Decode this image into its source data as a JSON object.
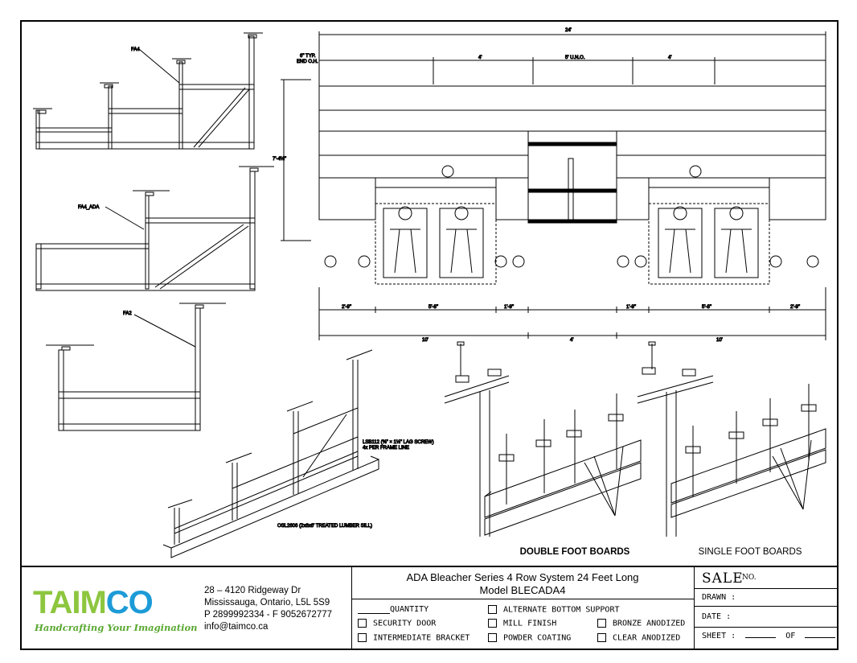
{
  "drawing": {
    "callouts": {
      "fa4": "FA4",
      "fa4_ada": "FA4_ADA",
      "fa2": "FA2"
    },
    "dims": {
      "overall": "24'",
      "typ": "6\" TYP.",
      "end_oh": "END O.H.",
      "four_a": "4'",
      "five_uno": "5' U.N.O.",
      "four_b": "4'",
      "height": "7'-4½\"",
      "d1": "2'-9\"",
      "d2": "5'-8\"",
      "d3": "1'-9\"",
      "d4": "1'-9\"",
      "d5": "5'-8\"",
      "d6": "2'-9\"",
      "s1": "10'",
      "s2": "4'",
      "s3": "10'"
    },
    "iso_notes": {
      "lag": "LSB112 (⅜\" × 1½\" LAG SCREW)",
      "lag2": "4x PER FRAME LINE",
      "lumber": "OSL2606 (2x6x6' TREATED LUMBER SILL)"
    },
    "captions": {
      "double": "DOUBLE FOOT BOARDS",
      "single": "SINGLE FOOT BOARDS"
    }
  },
  "title_block": {
    "logo_word": "TAIMCO",
    "logo_left": "TAIM",
    "logo_right": "CO",
    "tagline": "Handcrafting Your Imagination",
    "address_line1": "28 – 4120 Ridgeway Dr",
    "address_line2": "Mississauga, Ontario, L5L 5S9",
    "phone": "P 2899992334 - F 9052672777",
    "email": "info@taimco.ca",
    "title_line1": "ADA Bleacher Series 4 Row System 24 Feet Long",
    "title_line2": "Model BLECADA4",
    "quantity_label": "QUANTITY",
    "options": {
      "security_door": "SECURITY DOOR",
      "intermediate_bracket": "INTERMEDIATE BRACKET",
      "alternate_bottom_support": "ALTERNATE BOTTOM SUPPORT",
      "mill_finish": "MILL FINISH",
      "powder_coating": "POWDER COATING",
      "bronze_anodized": "BRONZE ANODIZED",
      "clear_anodized": "CLEAR ANODIZED"
    },
    "sale": "SALE",
    "sale_no": "NO.",
    "drawn": "DRAWN :",
    "date": "DATE :",
    "sheet": "SHEET :",
    "of": "OF"
  }
}
